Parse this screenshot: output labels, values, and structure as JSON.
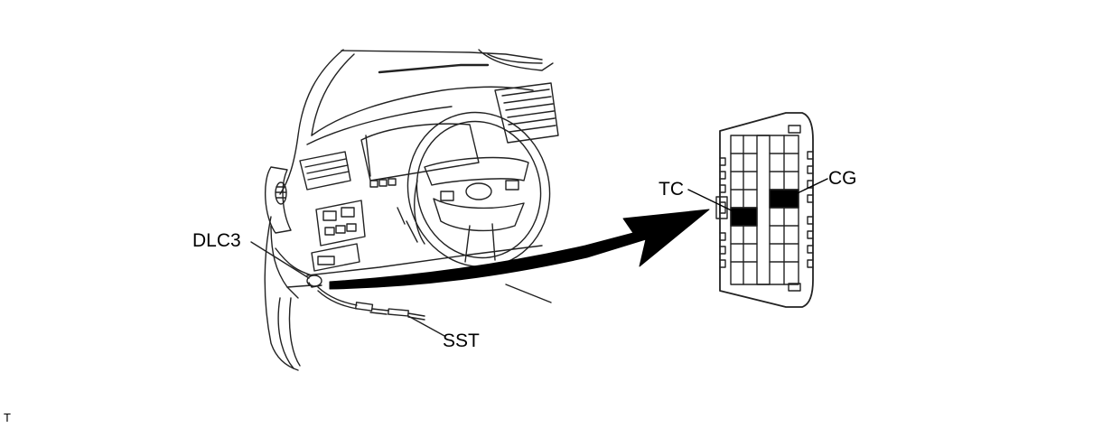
{
  "labels": {
    "dlc3": "DLC3",
    "sst": "SST",
    "tc": "TC",
    "cg": "CG"
  },
  "footer": "T",
  "colors": {
    "line": "#222222",
    "background": "#ffffff",
    "terminal_fill": "#000000"
  }
}
